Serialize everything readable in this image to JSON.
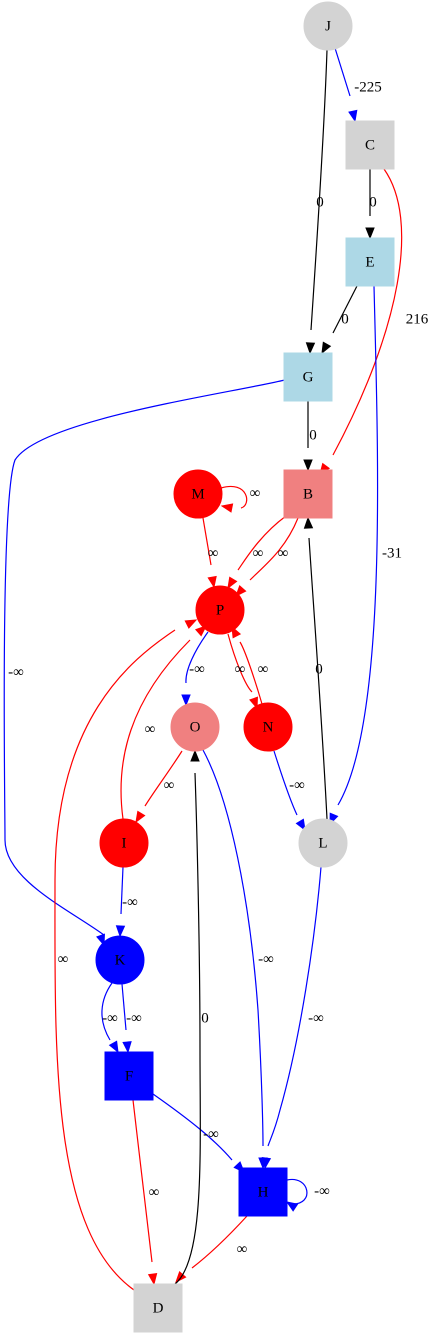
{
  "colors": {
    "red": "#ff0000",
    "lightred": "#f08080",
    "blue": "#0000ff",
    "lightblue": "#add8e6",
    "gray": "#d3d3d3",
    "black": "#000000",
    "white": "#ffffff"
  },
  "nodes": [
    {
      "id": "J",
      "label": "J",
      "shape": "circle",
      "fill": "gray"
    },
    {
      "id": "C",
      "label": "C",
      "shape": "box",
      "fill": "gray"
    },
    {
      "id": "E",
      "label": "E",
      "shape": "box",
      "fill": "lightblue"
    },
    {
      "id": "G",
      "label": "G",
      "shape": "box",
      "fill": "lightblue"
    },
    {
      "id": "B",
      "label": "B",
      "shape": "box",
      "fill": "lightred"
    },
    {
      "id": "M",
      "label": "M",
      "shape": "circle",
      "fill": "red"
    },
    {
      "id": "P",
      "label": "P",
      "shape": "circle",
      "fill": "red"
    },
    {
      "id": "O",
      "label": "O",
      "shape": "circle",
      "fill": "lightred"
    },
    {
      "id": "N",
      "label": "N",
      "shape": "circle",
      "fill": "red"
    },
    {
      "id": "I",
      "label": "I",
      "shape": "circle",
      "fill": "red"
    },
    {
      "id": "L",
      "label": "L",
      "shape": "circle",
      "fill": "gray"
    },
    {
      "id": "K",
      "label": "K",
      "shape": "circle",
      "fill": "blue"
    },
    {
      "id": "F",
      "label": "F",
      "shape": "box",
      "fill": "blue"
    },
    {
      "id": "H",
      "label": "H",
      "shape": "box",
      "fill": "blue"
    },
    {
      "id": "D",
      "label": "D",
      "shape": "box",
      "fill": "gray"
    }
  ],
  "edges": [
    {
      "from": "J",
      "to": "C",
      "label": "-225",
      "color": "blue"
    },
    {
      "from": "J",
      "to": "G",
      "label": "0",
      "color": "black"
    },
    {
      "from": "C",
      "to": "E",
      "label": "0",
      "color": "black"
    },
    {
      "from": "C",
      "to": "B",
      "label": "216",
      "color": "red"
    },
    {
      "from": "E",
      "to": "G",
      "label": "0",
      "color": "black"
    },
    {
      "from": "E",
      "to": "L",
      "label": "-31",
      "color": "blue"
    },
    {
      "from": "G",
      "to": "B",
      "label": "0",
      "color": "black"
    },
    {
      "from": "G",
      "to": "K",
      "label": "-∞",
      "color": "blue"
    },
    {
      "from": "M",
      "to": "M",
      "label": "∞",
      "color": "red"
    },
    {
      "from": "M",
      "to": "P",
      "label": "∞",
      "color": "red"
    },
    {
      "from": "B",
      "to": "P",
      "label": "∞",
      "color": "red"
    },
    {
      "from": "B",
      "to": "P",
      "label": "∞",
      "color": "red"
    },
    {
      "from": "P",
      "to": "O",
      "label": "-∞",
      "color": "blue"
    },
    {
      "from": "P",
      "to": "N",
      "label": "∞",
      "color": "red"
    },
    {
      "from": "N",
      "to": "P",
      "label": "∞",
      "color": "red"
    },
    {
      "from": "N",
      "to": "L",
      "label": "-∞",
      "color": "blue"
    },
    {
      "from": "O",
      "to": "I",
      "label": "∞",
      "color": "red"
    },
    {
      "from": "O",
      "to": "H",
      "label": "-∞",
      "color": "blue"
    },
    {
      "from": "I",
      "to": "P",
      "label": "∞",
      "color": "red"
    },
    {
      "from": "I",
      "to": "K",
      "label": "-∞",
      "color": "blue"
    },
    {
      "from": "L",
      "to": "B",
      "label": "0",
      "color": "black"
    },
    {
      "from": "L",
      "to": "H",
      "label": "-∞",
      "color": "blue"
    },
    {
      "from": "K",
      "to": "F",
      "label": "-∞",
      "color": "blue"
    },
    {
      "from": "K",
      "to": "F",
      "label": "-∞",
      "color": "blue"
    },
    {
      "from": "F",
      "to": "H",
      "label": "-∞",
      "color": "blue"
    },
    {
      "from": "F",
      "to": "D",
      "label": "∞",
      "color": "red"
    },
    {
      "from": "H",
      "to": "H",
      "label": "-∞",
      "color": "blue"
    },
    {
      "from": "H",
      "to": "D",
      "label": "∞",
      "color": "red"
    },
    {
      "from": "D",
      "to": "O",
      "label": "0",
      "color": "black"
    },
    {
      "from": "D",
      "to": "P",
      "label": "∞",
      "color": "red"
    }
  ]
}
